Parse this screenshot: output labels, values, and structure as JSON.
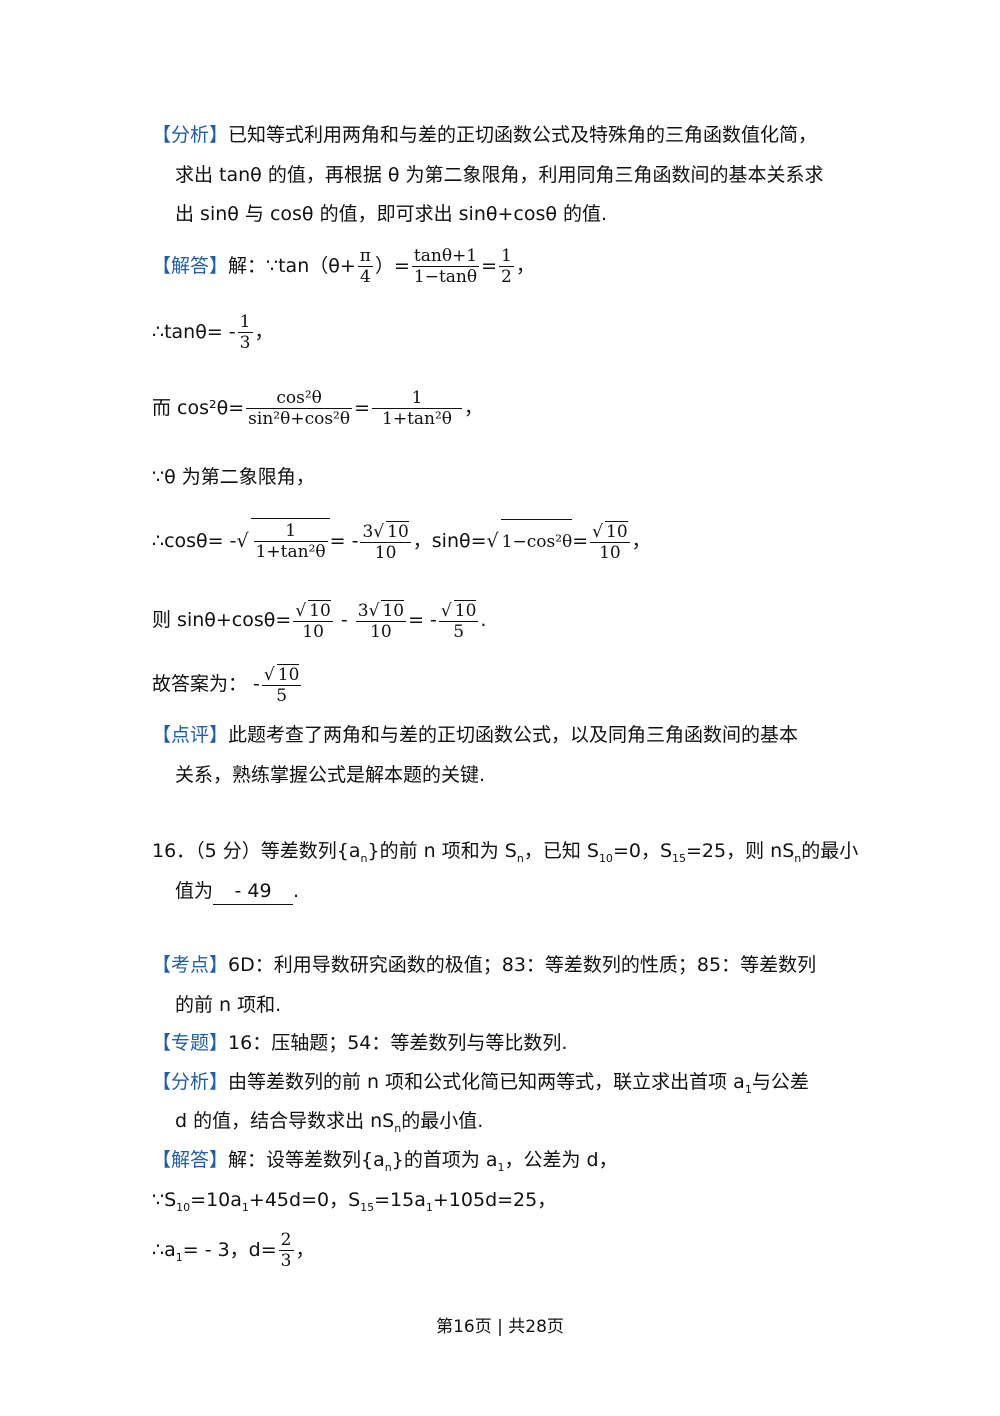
{
  "part1": {
    "analysis_tag": "【分析】",
    "analysis_l1": "已知等式利用两角和与差的正切函数公式及特殊角的三角函数值化简，",
    "analysis_l2": "求出 tanθ 的值，再根据 θ 为第二象限角，利用同角三角函数间的基本关系求",
    "analysis_l3": "出 sinθ 与 cosθ 的值，即可求出 sinθ+cosθ 的值.",
    "answer_tag": "【解答】",
    "answer_intro": "解：∵tan（θ+",
    "pi": "π",
    "four": "4",
    "close": "）=",
    "tan_num": "tanθ+1",
    "tan_den": "1−tanθ",
    "eq": "=",
    "one": "1",
    "two": "2",
    "comma": "，",
    "step2_pre": "∴tanθ= -",
    "three": "3",
    "step3_pre": "而 cos²θ=",
    "cos2": "cos²θ",
    "sincos": "sin²θ+cos²θ",
    "tan2": "1+tan²θ",
    "step4": "∵θ 为第二象限角，",
    "step5_pre": "∴cosθ= -",
    "step5_mid": "= -",
    "three_sqrt10_num": "3",
    "sqrt10": "10",
    "ten": "10",
    "step5_sin": "，sinθ=",
    "one_minus_cos2": "1−cos²θ",
    "step6_pre": "则 sinθ+cosθ=",
    "minus": "-",
    "eq_minus": "= -",
    "five": "5",
    "period": ".",
    "final_pre": "故答案为：  -",
    "review_tag": "【点评】",
    "review_l1": "此题考查了两角和与差的正切函数公式，以及同角三角函数间的基本",
    "review_l2": "关系，熟练掌握公式是解本题的关键."
  },
  "q16": {
    "number": "16．（5 分）等差数列{a",
    "n": "n",
    "text1": "}的前 n 项和为 S",
    "text2": "，已知 S",
    "s10": "10",
    "text3": "=0，S",
    "s15": "15",
    "text4": "=25，则 nS",
    "text5": "的最小",
    "text6": "值为",
    "answer": "- 49",
    "period": "."
  },
  "part2": {
    "kaodian_tag": "【考点】",
    "kaodian_l1": "6D：利用导数研究函数的极值；83：等差数列的性质；85：等差数列",
    "kaodian_l2": "的前 n 项和.",
    "zhuanti_tag": "【专题】",
    "zhuanti": "16：压轴题；54：等差数列与等比数列.",
    "fenxi_tag": "【分析】",
    "fenxi_l1a": "由等差数列的前 n 项和公式化简已知两等式，联立求出首项 a",
    "fenxi_sub1": "1",
    "fenxi_l1b": "与公差",
    "fenxi_l2a": "d 的值，结合导数求出 nS",
    "fenxi_l2b": "的最小值.",
    "jieda_tag": "【解答】",
    "jieda_a": "解：设等差数列{a",
    "jieda_b": "}的首项为 a",
    "jieda_c": "，公差为 d，",
    "eq1_a": "∵S",
    "eq1_b": "=10a",
    "eq1_c": "+45d=0，S",
    "eq1_d": "=15a",
    "eq1_e": "+105d=25，",
    "eq2_a": "∴a",
    "eq2_b": "= - 3，d=",
    "frac_num": "2",
    "frac_den": "3"
  },
  "footer": "第16页 | 共28页"
}
